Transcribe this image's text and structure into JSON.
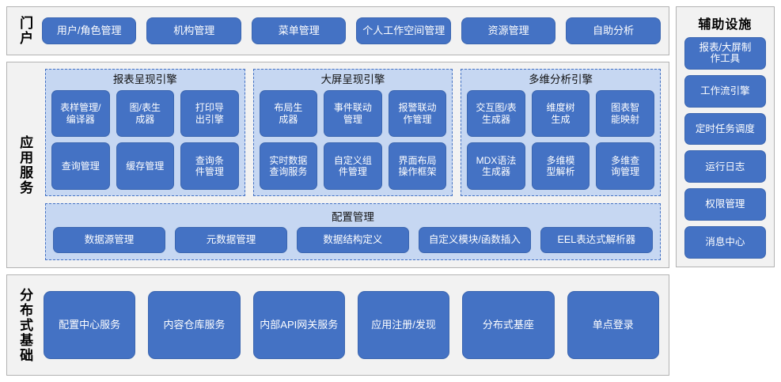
{
  "colors": {
    "button_blue": "#4472C4",
    "panel_light_blue": "#C6D7F2",
    "section_bg": "#F2F2F2",
    "section_border": "#B3B3B3",
    "dashed_border": "#4472C4",
    "button_text": "#FFFFFF"
  },
  "portal": {
    "label": "门户",
    "items": [
      {
        "label": "用户/角色管理"
      },
      {
        "label": "机构管理"
      },
      {
        "label": "菜单管理"
      },
      {
        "label": "个人工作空间管理"
      },
      {
        "label": "资源管理"
      },
      {
        "label": "自助分析"
      }
    ]
  },
  "app_services": {
    "label": "应用服务",
    "engines": [
      {
        "title": "报表呈现引擎",
        "items": [
          {
            "label": "表样管理/\n编译器"
          },
          {
            "label": "图/表生\n成器"
          },
          {
            "label": "打印导\n出引擎"
          },
          {
            "label": "查询管理"
          },
          {
            "label": "缓存管理"
          },
          {
            "label": "查询条\n件管理"
          }
        ]
      },
      {
        "title": "大屏呈现引擎",
        "items": [
          {
            "label": "布局生\n成器"
          },
          {
            "label": "事件联动\n管理"
          },
          {
            "label": "报警联动\n作管理"
          },
          {
            "label": "实时数据\n查询服务"
          },
          {
            "label": "自定义组\n件管理"
          },
          {
            "label": "界面布局\n操作框架"
          }
        ]
      },
      {
        "title": "多维分析引擎",
        "items": [
          {
            "label": "交互图/表\n生成器"
          },
          {
            "label": "维度树\n生成"
          },
          {
            "label": "图表智\n能映射"
          },
          {
            "label": "MDX语法\n生成器"
          },
          {
            "label": "多维模\n型解析"
          },
          {
            "label": "多维查\n询管理"
          }
        ]
      }
    ],
    "config": {
      "title": "配置管理",
      "items": [
        {
          "label": "数据源管理"
        },
        {
          "label": "元数据管理"
        },
        {
          "label": "数据结构定义"
        },
        {
          "label": "自定义模块/函数插入"
        },
        {
          "label": "EEL表达式解析器"
        }
      ]
    }
  },
  "distributed_base": {
    "label": "分布式基础",
    "items": [
      {
        "label": "配置中心服务"
      },
      {
        "label": "内容仓库服务"
      },
      {
        "label": "内部API网关服务"
      },
      {
        "label": "应用注册/发现"
      },
      {
        "label": "分布式基座"
      },
      {
        "label": "单点登录"
      }
    ]
  },
  "auxiliary": {
    "title": "辅助设施",
    "items": [
      {
        "label": "报表/大屏制\n作工具"
      },
      {
        "label": "工作流引擎"
      },
      {
        "label": "定时任务调度"
      },
      {
        "label": "运行日志"
      },
      {
        "label": "权限管理"
      },
      {
        "label": "消息中心"
      }
    ]
  }
}
